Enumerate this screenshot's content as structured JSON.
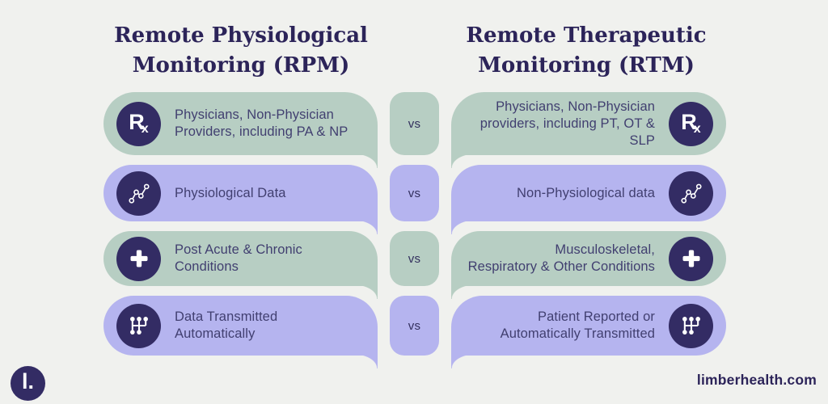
{
  "colors": {
    "background": "#f0f1ee",
    "green": "#b7cec3",
    "lavender": "#b5b4ef",
    "navy": "#332c64",
    "title_text": "#2c2459",
    "body_text": "#413f70"
  },
  "header": {
    "left_title": "Remote Physiological\nMonitoring (RPM)",
    "right_title": "Remote Therapeutic\nMonitoring (RTM)"
  },
  "rows": [
    {
      "theme": "green",
      "icon": "rx-icon",
      "left_text": "Physicians, Non-Physician\nProviders, including PA & NP",
      "vs_label": "vs",
      "right_text": "Physicians, Non-Physician\nproviders, including PT, OT &\nSLP"
    },
    {
      "theme": "lavender",
      "icon": "trend-chart-icon",
      "left_text": "Physiological Data",
      "vs_label": "vs",
      "right_text": "Non-Physiological data"
    },
    {
      "theme": "green",
      "icon": "medical-cross-icon",
      "left_text": "Post Acute & Chronic\nConditions",
      "vs_label": "vs",
      "right_text": "Musculoskeletal,\nRespiratory & Other Conditions"
    },
    {
      "theme": "lavender",
      "icon": "gear-shift-icon",
      "left_text": "Data Transmitted\nAutomatically",
      "vs_label": "vs",
      "right_text": "Patient Reported or\nAutomatically Transmitted"
    }
  ],
  "rx_glyph": {
    "r": "R",
    "x": "x"
  },
  "footer": {
    "logo_text": "l.",
    "website": "limberhealth.com"
  }
}
